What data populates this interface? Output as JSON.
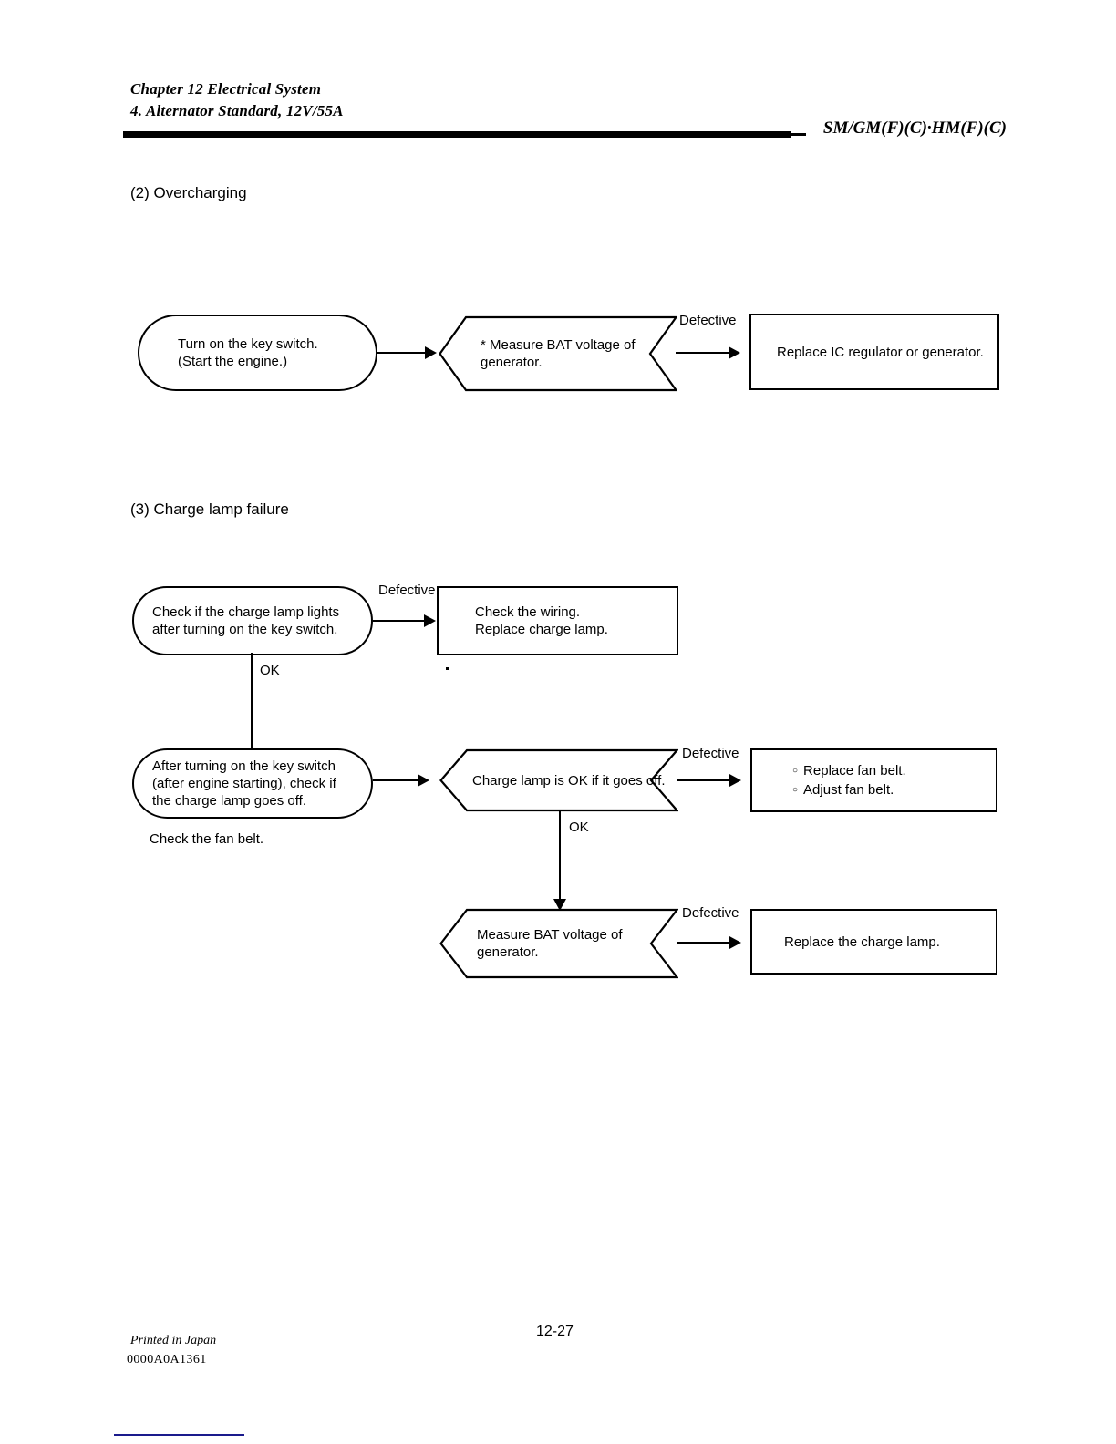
{
  "header": {
    "chapter": "Chapter 12 Electrical System",
    "section": "4. Alternator Standard, 12V/55A",
    "model": "SM/GM(F)(C)·HM(F)(C)"
  },
  "sections": [
    {
      "heading": "(2) Overcharging",
      "nodes": {
        "start": "Turn on the key switch.\n(Start the engine.)",
        "measure": "* Measure BAT voltage of\ngenerator.",
        "action": "Replace IC regulator or generator."
      },
      "edges": {
        "defective": "Defective"
      }
    },
    {
      "heading": "(3) Charge lamp failure",
      "nodes": {
        "check_lamp": "Check if the charge lamp lights\nafter turning on the key switch.",
        "wiring_action": "Check the wiring.\nReplace charge lamp.",
        "check_goes_off": "After turning on the key switch\n(after engine starting), check if\nthe charge lamp goes off.",
        "lamp_ok": "Charge lamp is OK if it goes off.",
        "fan_belt_actions": [
          "Replace fan belt.",
          "Adjust fan belt."
        ],
        "measure_bat": "Measure BAT voltage of\ngenerator.",
        "replace_lamp": "Replace the charge lamp."
      },
      "edges": {
        "defective_1": "Defective",
        "ok_1": "OK",
        "defective_2": "Defective",
        "ok_2": "OK",
        "defective_3": "Defective"
      },
      "note": "Check the fan belt."
    }
  ],
  "footer": {
    "printed": "Printed in Japan",
    "code": "0000A0A1361",
    "page_number": "12-27"
  }
}
